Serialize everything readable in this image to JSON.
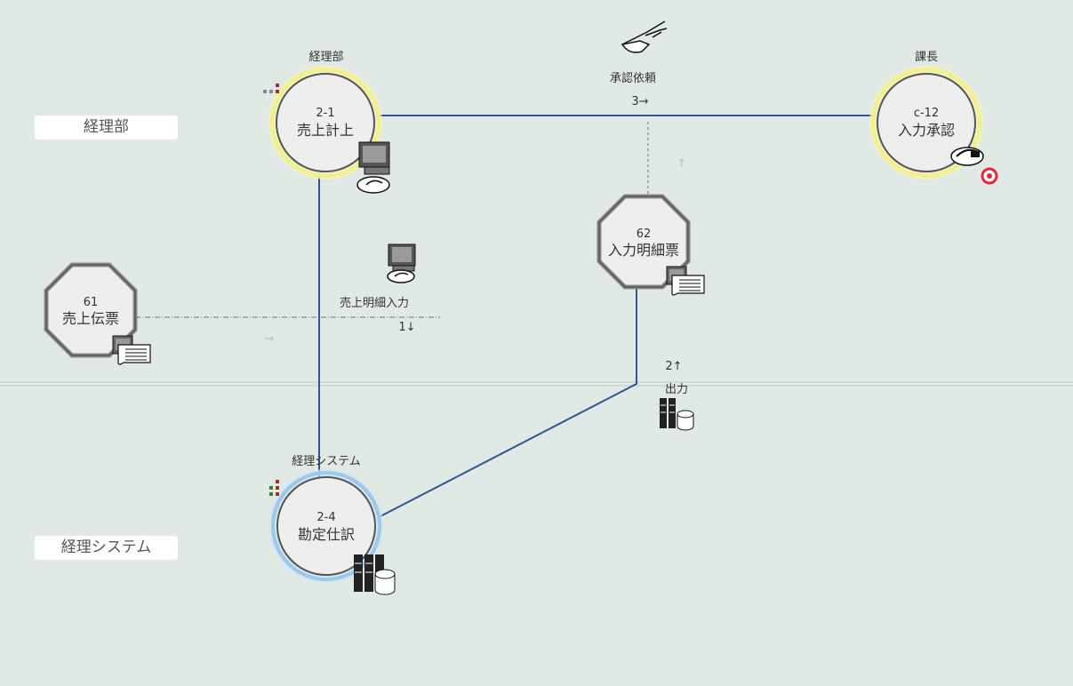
{
  "lanes": [
    {
      "label": "経理部"
    },
    {
      "label": "経理システム"
    }
  ],
  "nodes": {
    "n21": {
      "number": "2-1",
      "name": "売上計上",
      "role": "経理部"
    },
    "nc12": {
      "number": "c-12",
      "name": "入力承認",
      "role": "課長"
    },
    "n24": {
      "number": "2-4",
      "name": "勘定仕訳",
      "role": "経理システム"
    },
    "d61": {
      "number": "61",
      "name": "売上伝票"
    },
    "d62": {
      "number": "62",
      "name": "入力明細票"
    }
  },
  "flows": {
    "approval": {
      "label": "承認依頼",
      "step": "3→",
      "icon": "hand-pointing-icon"
    },
    "entry": {
      "label": "売上明細入力",
      "step": "1↓",
      "icon": "computer-terminal-icon"
    },
    "output": {
      "label": "出力",
      "step": "2↑",
      "icon": "server-database-icon"
    }
  },
  "arrows": {
    "faint_right": "→",
    "faint_up": "↑"
  },
  "colors": {
    "background": "#e1e9e5",
    "connector": "#2f5597",
    "highlight_yellow": "#f4ee8c",
    "highlight_blue": "#9cc8ea",
    "node_fill": "#eeeeee",
    "alert_red": "#e5253a"
  }
}
